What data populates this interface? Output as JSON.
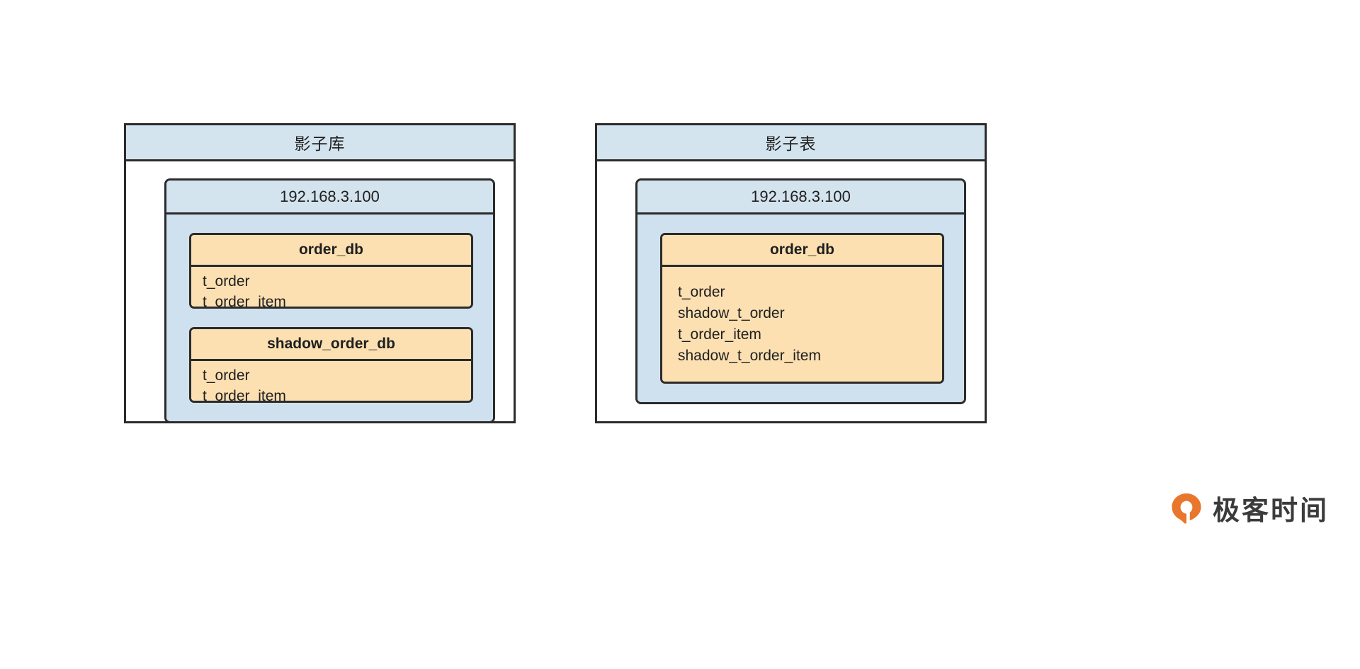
{
  "diagram": {
    "background_color": "#ffffff",
    "panel_header_color": "#d4e4ef",
    "panel_body_color": "#ffffff",
    "host_color": "#cfe1ee",
    "db_color": "#fce0b2",
    "border_color": "#2b2b2b",
    "panels": [
      {
        "id": "shadow-database",
        "title": "影子库",
        "host": {
          "title": "192.168.3.100",
          "databases": [
            {
              "name": "order_db",
              "tables": [
                "t_order",
                "t_order_item"
              ]
            },
            {
              "name": "shadow_order_db",
              "tables": [
                "t_order",
                "t_order_item"
              ]
            }
          ]
        }
      },
      {
        "id": "shadow-table",
        "title": "影子表",
        "host": {
          "title": "192.168.3.100",
          "databases": [
            {
              "name": "order_db",
              "tables": [
                "t_order",
                "shadow_t_order",
                "t_order_item",
                "shadow_t_order_item"
              ]
            }
          ]
        }
      }
    ]
  },
  "watermark": {
    "brand_text": "极客时间",
    "mark_color": "#e8762c",
    "text_color": "#3b3b3b"
  }
}
